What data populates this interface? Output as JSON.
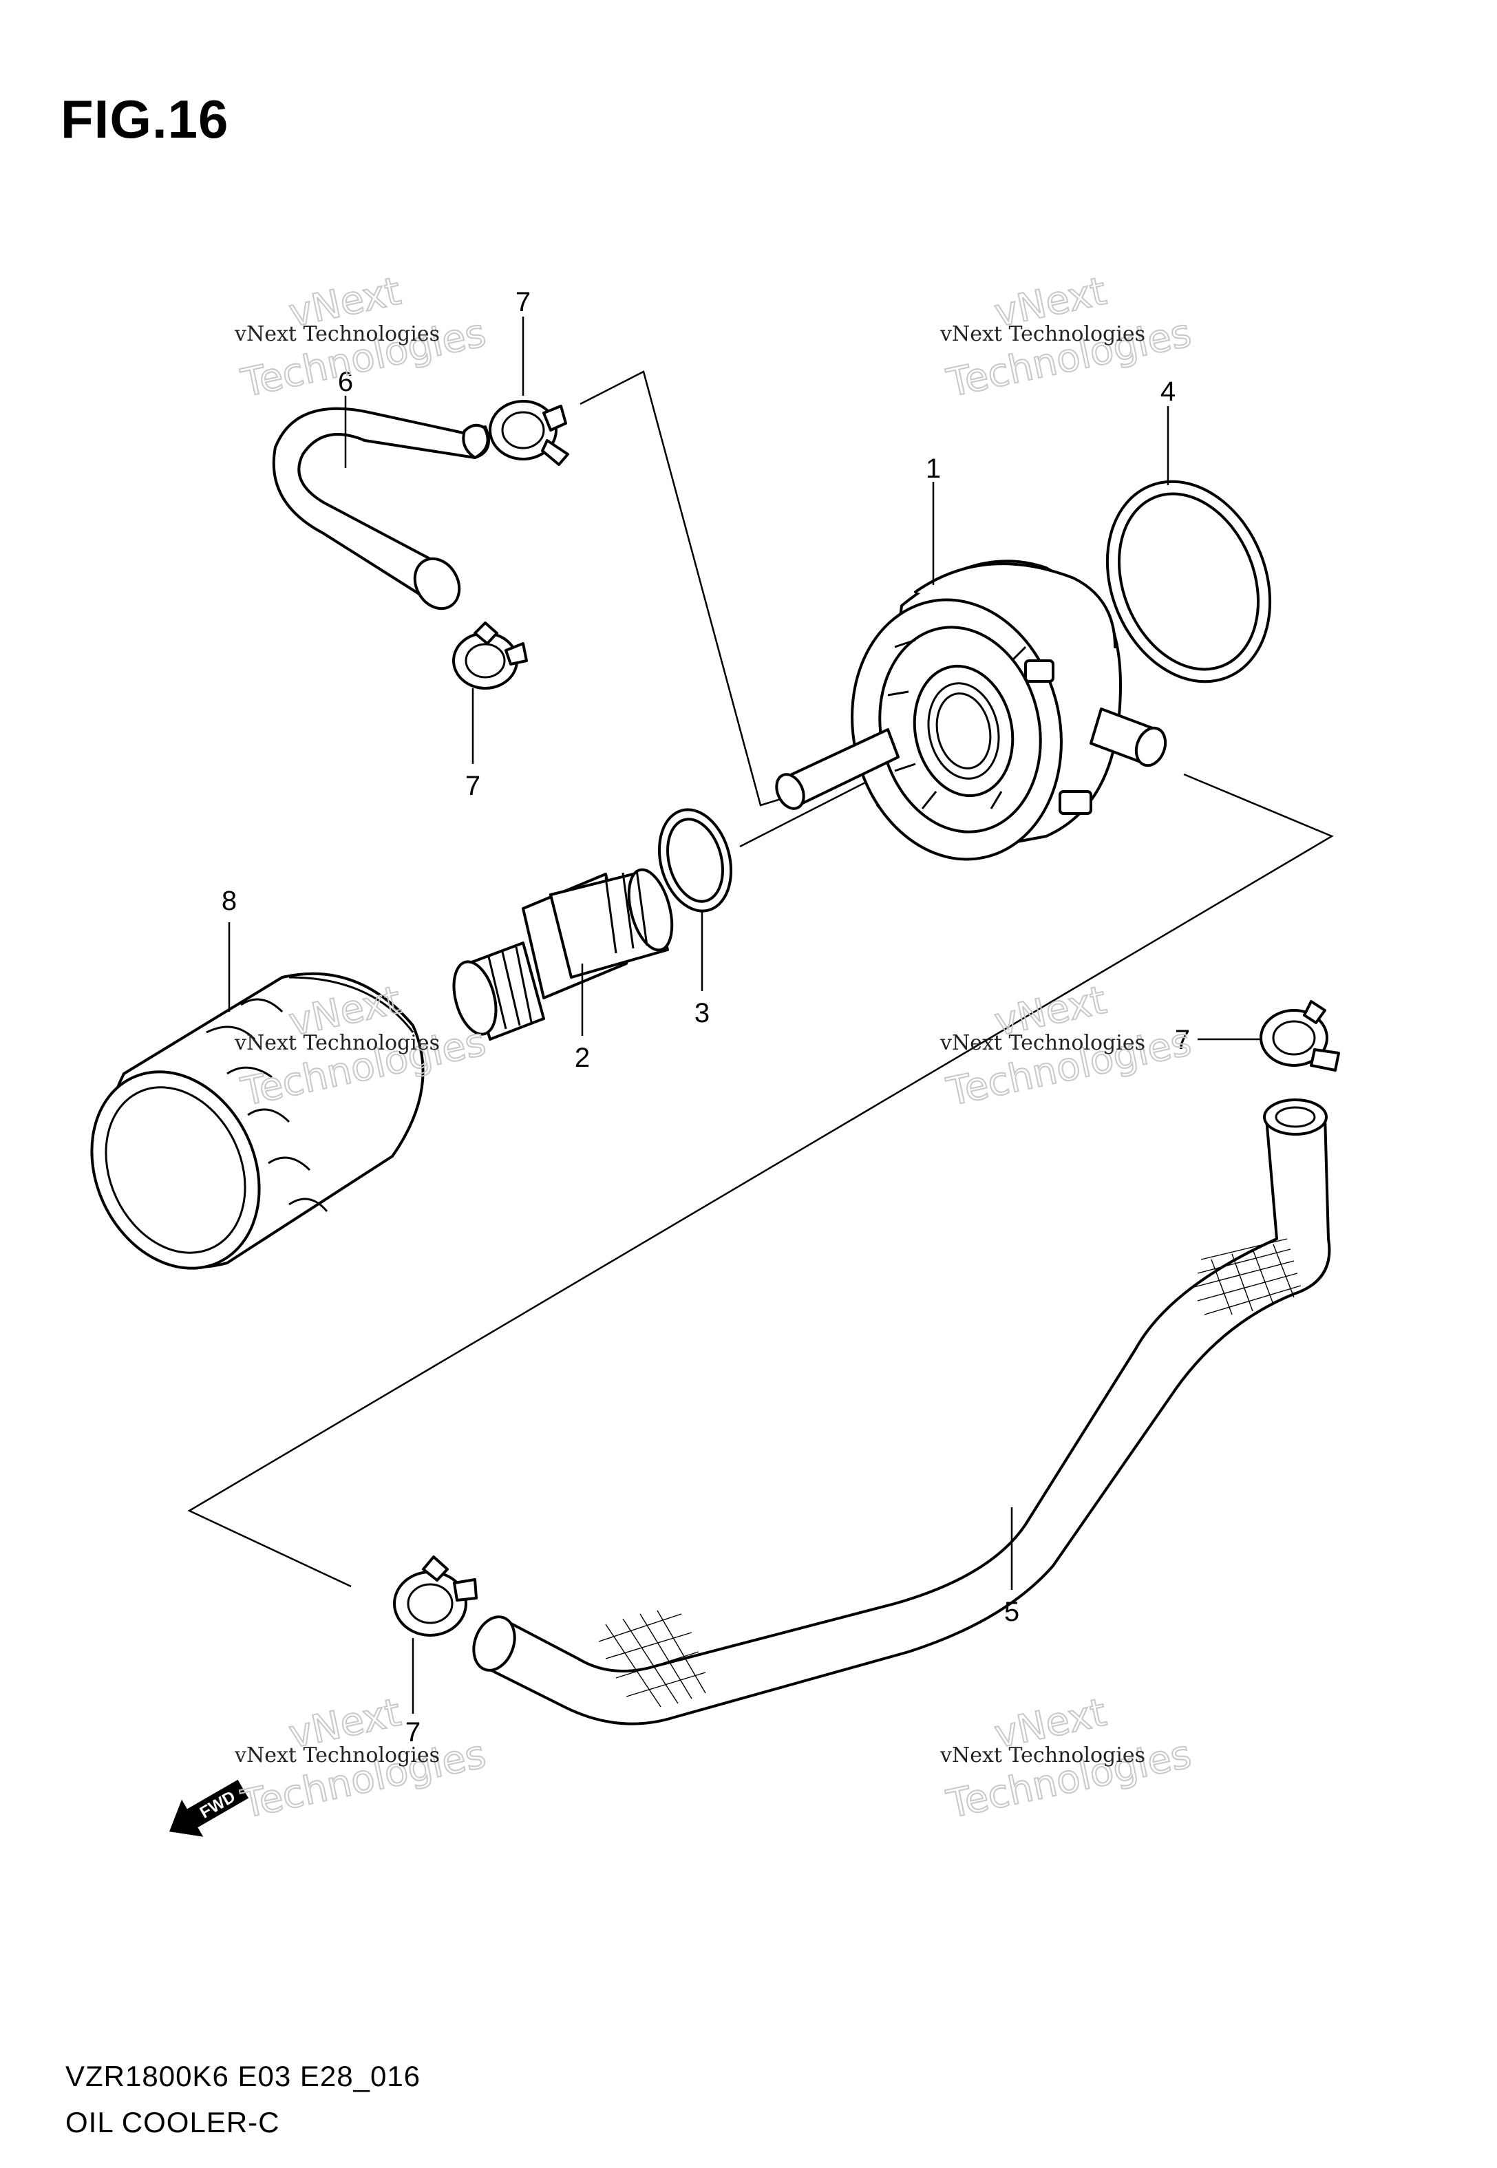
{
  "figure": {
    "title": "FIG.16",
    "model_code": "VZR1800K6 E03 E28_016",
    "name": "OIL COOLER-C"
  },
  "callouts": {
    "c1": "1",
    "c2": "2",
    "c3": "3",
    "c4": "4",
    "c5": "5",
    "c6": "6",
    "c7a": "7",
    "c7b": "7",
    "c7c": "7",
    "c7d": "7",
    "c8": "8"
  },
  "watermark": {
    "small": "vNext Technologies",
    "big_top": "vNext",
    "big_bottom": "Technologies"
  },
  "fwd_label": "FWD"
}
